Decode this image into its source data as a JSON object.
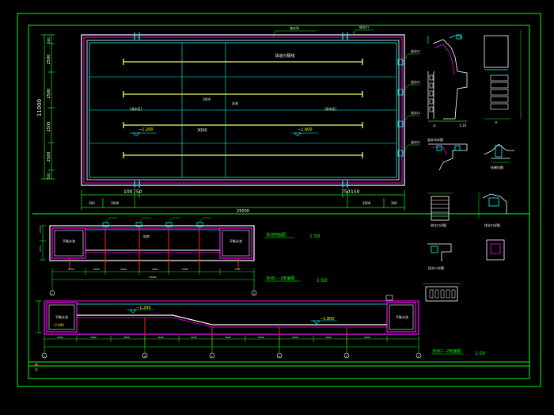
{
  "drawing": {
    "colors": {
      "background": "#000000",
      "frame": "#00ff00",
      "wall": "#ffffff",
      "water": "#00ffff",
      "lane_line": "#ffff66",
      "magenta": "#ff00ff",
      "red": "#ff2222",
      "label": "#00ff00",
      "yellow_text": "#ffff00"
    },
    "plan": {
      "overall_length": "25000",
      "overall_height": "11000",
      "row_dims": [
        "2500",
        "2500",
        "2500",
        "2500"
      ],
      "edge_dims": [
        "500",
        "500"
      ],
      "left_bottom_dims": [
        "100",
        "750"
      ],
      "right_bottom_dims": [
        "750",
        "150"
      ],
      "left_offset_dims": [
        "3000",
        "300"
      ],
      "right_offset_dims": [
        "3000",
        "300"
      ],
      "center_dim": "3000",
      "level_marks": [
        "−1.200",
        "−1.600"
      ],
      "lane_label": "泳道分隔线",
      "top_label": "溢水沟",
      "top_label_right": "给水口",
      "center_note": "泳池",
      "left_note": "(浅水区)",
      "right_note": "(深水区)",
      "right_tags": [
        "溢水口",
        "溢水口",
        "溢水口",
        "溢水口"
      ]
    },
    "section_1": {
      "title": "泳池剖面图",
      "scale": "1:50",
      "sub_title": "泳池1－1剖面图",
      "sub_scale": "1:50",
      "rooms": [
        "平衡水池",
        "机房",
        "平衡水池"
      ],
      "dims": [
        "1750",
        "3000",
        "3000",
        "3000",
        "3000",
        "1750"
      ],
      "total": "25000",
      "axis": [
        "1",
        "2"
      ]
    },
    "section_2": {
      "title": "泳池2－2剖面图",
      "scale": "1:50",
      "room": "平衡水池",
      "levels": [
        "−1.200",
        "−1.800",
        "−2.400"
      ],
      "dims": [
        "2500",
        "2500",
        "2500",
        "2500",
        "2500",
        "2500",
        "2500",
        "2500",
        "2500",
        "2500"
      ],
      "axis": [
        "A",
        "B",
        "C",
        "D",
        "E",
        "F"
      ]
    },
    "details": {
      "labels": [
        "①",
        "②",
        "溢水沟详图",
        "扶梯详图",
        "给水口详图",
        "排水口详图",
        "回水口详图"
      ],
      "scale_small": "1:10"
    },
    "footer": {
      "tag": "图"
    }
  }
}
